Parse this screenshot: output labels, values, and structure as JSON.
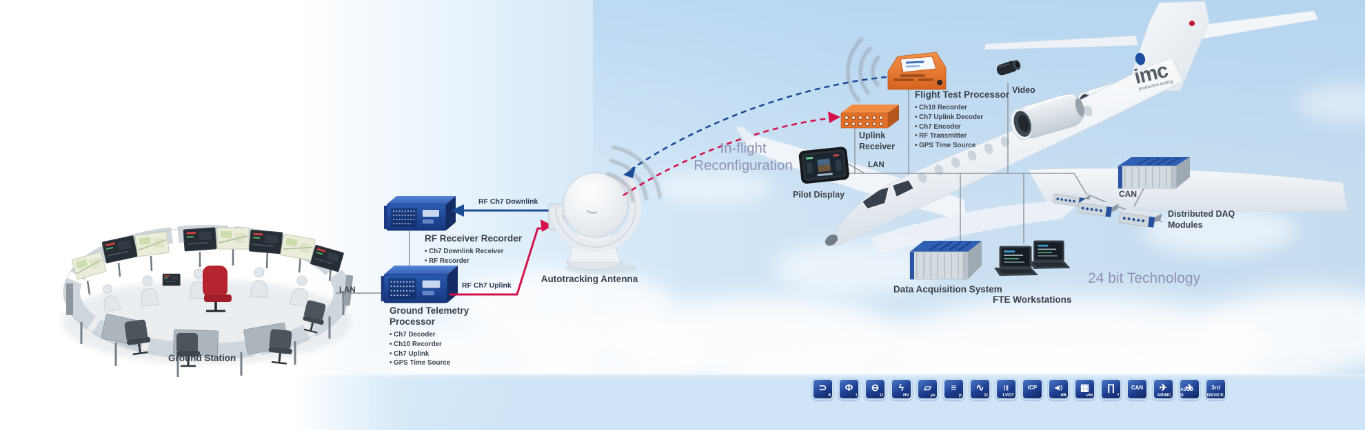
{
  "ground_station": {
    "label": "Ground Station"
  },
  "network": {
    "lan_ground": "LAN",
    "lan_air": "LAN",
    "can": "CAN",
    "downlink": "RF Ch7 Downlink",
    "uplink": "RF Ch7 Uplink"
  },
  "rf_receiver_recorder": {
    "title": "RF Receiver Recorder",
    "bullets": [
      "Ch7 Downlink Receiver",
      "RF Recorder"
    ]
  },
  "ground_telemetry_processor": {
    "title": "Ground Telemetry Processor",
    "bullets": [
      "Ch7 Decoder",
      "Ch10 Recorder",
      "Ch7 Uplink",
      "GPS Time Source"
    ]
  },
  "antenna": {
    "label": "Autotracking Antenna"
  },
  "annotations": {
    "inflight": "In-flight Reconfiguration",
    "technology": "24 bit Technology"
  },
  "aircraft": {
    "logo": "imc",
    "logo_tagline": "productive testing"
  },
  "uplink_receiver": {
    "title": "Uplink Receiver"
  },
  "flight_test_processor": {
    "title": "Flight Test Processor",
    "bullets": [
      "Ch10 Recorder",
      "Ch7 Uplink Decoder",
      "Ch7 Encoder",
      "RF Transmitter",
      "GPS Time Source"
    ]
  },
  "video": {
    "label": "Video"
  },
  "pilot_display": {
    "label": "Pilot Display"
  },
  "data_acquisition_system": {
    "label": "Data Acquisition System"
  },
  "fte_workstations": {
    "label": "FTE Workstations"
  },
  "distributed_daq": {
    "label": "Distributed DAQ Modules"
  },
  "colors": {
    "imc_blue": "#1d4fa0",
    "uplink_red": "#d4114a",
    "downlink_blue": "#1c4b96",
    "accent_lavender": "#8d93b2",
    "device_orange": "#e2702a"
  },
  "sensor_icons": [
    {
      "name": "temperature",
      "glyph": "⊃",
      "sub": "θ"
    },
    {
      "name": "current",
      "glyph": "Φ",
      "sub": "I"
    },
    {
      "name": "voltage",
      "glyph": "⊖",
      "sub": "U"
    },
    {
      "name": "high-voltage",
      "glyph": "ϟ",
      "sub": "HV"
    },
    {
      "name": "strain-gauge",
      "glyph": "▱",
      "sub": "με"
    },
    {
      "name": "pressure",
      "glyph": "≡",
      "sub": "p"
    },
    {
      "name": "resistance",
      "glyph": "∿",
      "sub": "Ω"
    },
    {
      "name": "lvdt",
      "glyph": "|||",
      "sub": "LVDT"
    },
    {
      "name": "icp",
      "glyph": "ICP",
      "sub": ""
    },
    {
      "name": "audio",
      "glyph": "◀))",
      "sub": "dB"
    },
    {
      "name": "video",
      "glyph": "▦",
      "sub": "vid"
    },
    {
      "name": "frequency",
      "glyph": "∏",
      "sub": "f"
    },
    {
      "name": "can-bus",
      "glyph": "CAN",
      "sub": ""
    },
    {
      "name": "arinc",
      "glyph": "✈",
      "sub": "ARINC"
    },
    {
      "name": "ascb-d",
      "glyph": "✈",
      "sub": "ASCB-D"
    },
    {
      "name": "third-party-device",
      "glyph": "3rd",
      "sub": "DEVICE"
    }
  ]
}
